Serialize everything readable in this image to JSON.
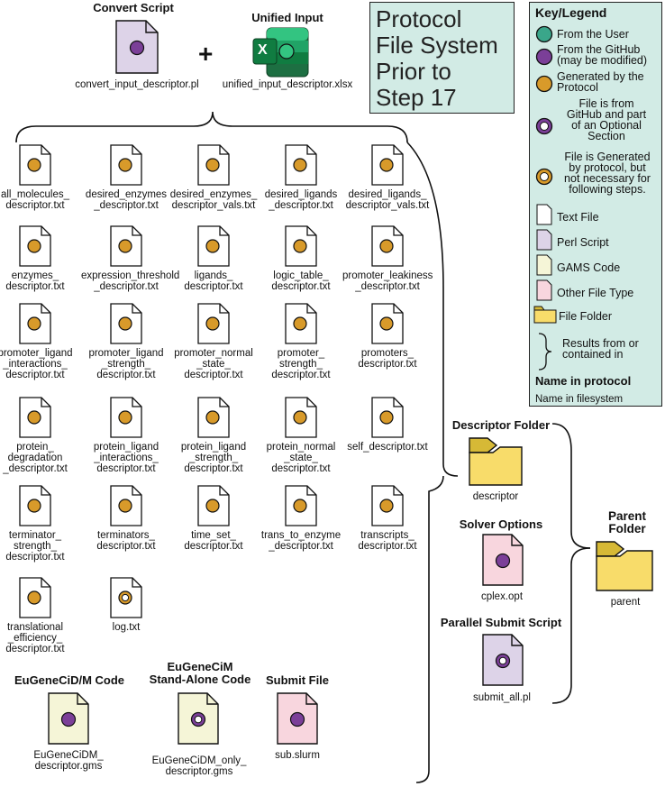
{
  "title": "Protocol\nFile System\nPrior to\nStep 17",
  "colors": {
    "user_teal": "#3aa68a",
    "github_purple": "#7b3f98",
    "generated_orange": "#d89a2a",
    "text_file": "#ffffff",
    "perl_script": "#ddd3e8",
    "gams_code": "#f5f5d7",
    "other_file": "#f8d6de",
    "folder": "#f8dc6a",
    "panel_bg": "#d2ebe5"
  },
  "top": {
    "convert_header": "Convert Script",
    "convert_file": "convert_input_descriptor.pl",
    "plus": "+",
    "unified_header": "Unified Input",
    "unified_file": "unified_input_descriptor.xlsx",
    "excel_icon_letter": "X"
  },
  "descriptor_files": [
    "all_molecules_\ndescriptor.txt",
    "desired_enzymes\n_descriptor.txt",
    "desired_enzymes_\ndescriptor_vals.txt",
    "desired_ligands\n_descriptor.txt",
    "desired_ligands_\ndescriptor_vals.txt",
    "enzymes_\ndescriptor.txt",
    "expression_threshold\n_descriptor.txt",
    "ligands_\ndescriptor.txt",
    "logic_table_\ndescriptor.txt",
    "promoter_leakiness\n_descriptor.txt",
    "promoter_ligand\n_interactions_\ndescriptor.txt",
    "promoter_ligand\n_strength_\ndescriptor.txt",
    "promoter_normal\n_state_\ndescriptor.txt",
    "promoter_\nstrength_\ndescriptor.txt",
    "promoters_\ndescriptor.txt",
    "protein_\ndegradation\n_descriptor.txt",
    "protein_ligand\n_interactions_\ndescriptor.txt",
    "protein_ligand\n_strength_\ndescriptor.txt",
    "protein_normal\n_state_\ndescriptor.txt",
    "self_descriptor.txt",
    "terminator_\nstrength_\ndescriptor.txt",
    "terminators_\ndescriptor.txt",
    "time_set_\ndescriptor.txt",
    "trans_to_enzyme\n_descriptor.txt",
    "transcripts_\ndescriptor.txt",
    "translational\n_efficiency_\ndescriptor.txt",
    "log.txt"
  ],
  "bottom": {
    "eugenecid_header": "EuGeneCiD/M Code",
    "eugenecid_file": "EuGeneCiDM_\ndescriptor.gms",
    "eugenecim_header": "EuGeneCiM\nStand-Alone Code",
    "eugenecim_file": "EuGeneCiDM_only_\ndescriptor.gms",
    "submit_header": "Submit File",
    "submit_file": "sub.slurm"
  },
  "right": {
    "descriptor_header": "Descriptor Folder",
    "descriptor_name": "descriptor",
    "solver_header": "Solver Options",
    "solver_file": "cplex.opt",
    "parallel_header": "Parallel Submit Script",
    "parallel_file": "submit_all.pl",
    "parent_header": "Parent\nFolder",
    "parent_name": "parent"
  },
  "legend": {
    "title": "Key/Legend",
    "from_user": "From the User",
    "from_github": "From the GitHub\n(may be modified)",
    "generated": "Generated by the\nProtocol",
    "optional_github": "File is from\nGitHub and part\nof an Optional\nSection",
    "optional_generated": "File is Generated\nby protocol, but\nnot necessary for\nfollowing steps.",
    "text_file": "Text File",
    "perl_script": "Perl Script",
    "gams_code": "GAMS Code",
    "other_file": "Other File Type",
    "file_folder": "File Folder",
    "results": "Results from or\ncontained in",
    "name_protocol": "Name in protocol",
    "name_filesystem": "Name in filesystem"
  }
}
